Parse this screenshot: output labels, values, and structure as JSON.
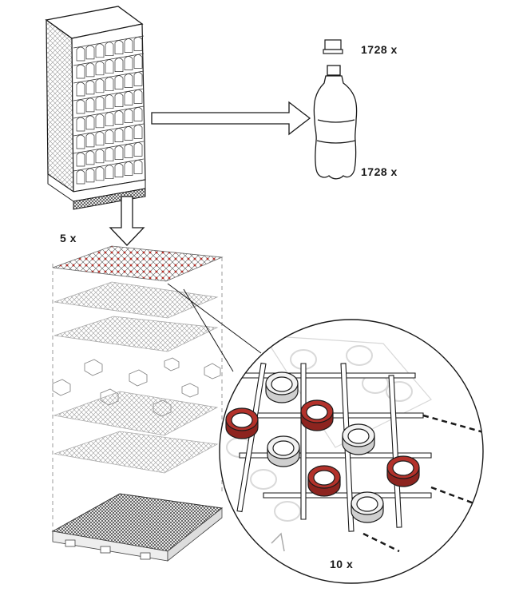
{
  "labels": {
    "caps_count": "1728 x",
    "bottles_count": "1728 x",
    "layers_count": "5 x",
    "rings_count": "10 x"
  },
  "colors": {
    "line": "#1a1a1a",
    "accent_red": "#b3322b",
    "ghost_gray": "#bdbdbd"
  },
  "icons": [
    "pallet-stack-icon",
    "bottle-cap-icon",
    "pet-bottle-icon",
    "arrow-right-icon",
    "arrow-down-icon",
    "magnifier-circle-icon"
  ]
}
